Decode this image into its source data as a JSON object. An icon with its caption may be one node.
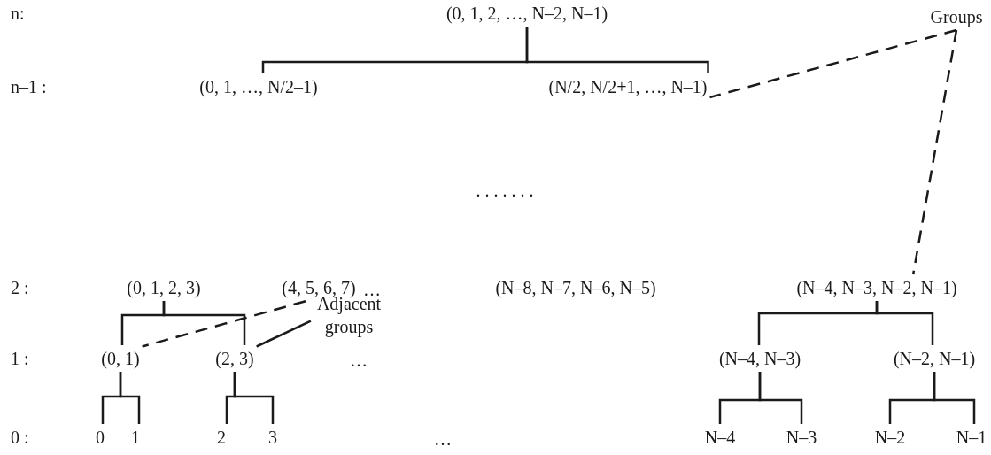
{
  "diagram": {
    "nodes": [
      {
        "text": [
          "(0, 1, 2, …, N–2, N–1)"
        ]
      },
      {
        "text": [
          "(0, 1, …, N/2–1)"
        ]
      },
      {
        "text": [
          "(N/2, N/2+1, …, N–1)"
        ]
      },
      {
        "text": [
          "(0, 1, 2, 3)"
        ]
      },
      {
        "text": [
          "(4, 5, 6, 7)"
        ]
      },
      {
        "text": [
          "(N–8, N–7, N–6, N–5)"
        ]
      },
      {
        "text": [
          "(N–4, N–3, N–2, N–1)"
        ]
      },
      {
        "text": [
          "(0, 1)"
        ]
      },
      {
        "text": [
          "(2, 3)"
        ]
      },
      {
        "text": [
          "0"
        ]
      },
      {
        "text": [
          "1"
        ]
      },
      {
        "text": [
          "2"
        ]
      },
      {
        "text": [
          "3"
        ]
      },
      {
        "text": [
          "(N–4, N–3)"
        ]
      },
      {
        "text": [
          "(N–2, N–1)"
        ]
      },
      {
        "text": [
          "N–4"
        ]
      },
      {
        "text": [
          "N–3"
        ]
      },
      {
        "text": [
          "N–2"
        ]
      },
      {
        "text": [
          "N–1"
        ]
      },
      {
        "text": [
          "Groups"
        ]
      },
      {
        "text": [
          "Adjacent groups"
        ]
      }
    ],
    "edges": [
      {
        "from": 0,
        "to": 1,
        "arrow": "none"
      },
      {
        "from": 0,
        "to": 2,
        "arrow": "none"
      },
      {
        "from": 3,
        "to": 7,
        "arrow": "none"
      },
      {
        "from": 3,
        "to": 8,
        "arrow": "none"
      },
      {
        "from": 7,
        "to": 9,
        "arrow": "none"
      },
      {
        "from": 7,
        "to": 10,
        "arrow": "none"
      },
      {
        "from": 8,
        "to": 11,
        "arrow": "none"
      },
      {
        "from": 8,
        "to": 12,
        "arrow": "none"
      },
      {
        "from": 6,
        "to": 13,
        "arrow": "none"
      },
      {
        "from": 6,
        "to": 14,
        "arrow": "none"
      },
      {
        "from": 13,
        "to": 15,
        "arrow": "none"
      },
      {
        "from": 13,
        "to": 16,
        "arrow": "none"
      },
      {
        "from": 14,
        "to": 17,
        "arrow": "none"
      },
      {
        "from": 14,
        "to": 18,
        "arrow": "none"
      },
      {
        "from": 19,
        "to": 2,
        "arrow": "none",
        "style": "dashed"
      },
      {
        "from": 19,
        "to": 6,
        "arrow": "none",
        "style": "dashed"
      },
      {
        "from": 20,
        "to": 7,
        "arrow": "none",
        "style": "dashed"
      },
      {
        "from": 20,
        "to": 8,
        "arrow": "none"
      }
    ],
    "labels": [
      "n:",
      "n–1 :",
      ". . . . . . .",
      "2 :",
      "…",
      "1 :",
      "…",
      "0 :",
      "…"
    ]
  }
}
